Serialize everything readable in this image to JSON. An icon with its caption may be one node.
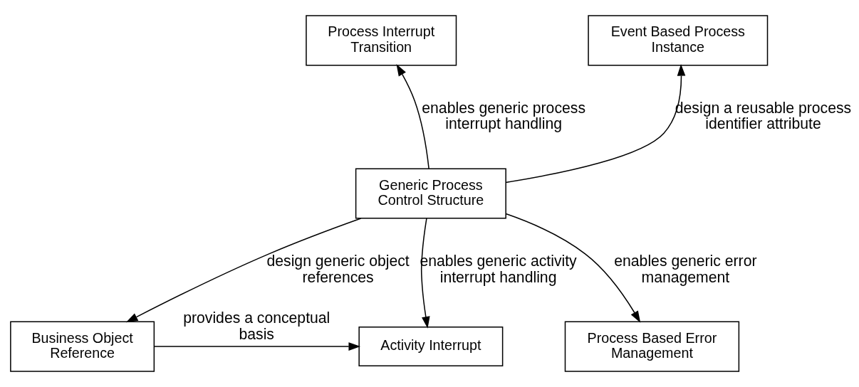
{
  "diagram": {
    "nodes": [
      {
        "text": [
          "Process Interrupt Transition"
        ]
      },
      {
        "text": [
          "Event Based Process Instance"
        ]
      },
      {
        "text": [
          "Generic Process Control Structure"
        ]
      },
      {
        "text": [
          "Activity Interrupt"
        ]
      },
      {
        "text": [
          "Business Object Reference"
        ]
      },
      {
        "text": [
          "Process Based Error Management"
        ]
      }
    ],
    "edges": [
      {
        "from": 2,
        "to": 0,
        "arrow": "to",
        "label": "enables generic process interrupt handling"
      },
      {
        "from": 2,
        "to": 1,
        "arrow": "to",
        "label": "design a reusable process identifier attribute"
      },
      {
        "from": 2,
        "to": 3,
        "arrow": "to",
        "label": "enables generic activity interrupt handling"
      },
      {
        "from": 2,
        "to": 4,
        "arrow": "to",
        "label": "design generic object references"
      },
      {
        "from": 2,
        "to": 5,
        "arrow": "to",
        "label": "enables generic error management"
      },
      {
        "from": 4,
        "to": 3,
        "arrow": "to",
        "label": "provides a conceptual basis"
      }
    ]
  }
}
